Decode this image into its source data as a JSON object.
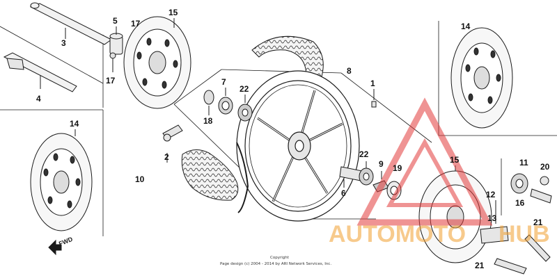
{
  "colors": {
    "line": "#1a1a1a",
    "background": "#ffffff",
    "watermark_red": "#e23b3b",
    "watermark_orange": "#f2a030"
  },
  "callouts": {
    "n1": "1",
    "n2": "2",
    "n3": "3",
    "n4": "4",
    "n5": "5",
    "n6": "6",
    "n7": "7",
    "n8": "8",
    "n9": "9",
    "n10": "10",
    "n11": "11",
    "n12": "12",
    "n13": "13",
    "n14_left": "14",
    "n14_right": "14",
    "n15_top": "15",
    "n15_bottom": "15",
    "n16": "16",
    "n17_upper": "17",
    "n17_lower": "17",
    "n18": "18",
    "n19": "19",
    "n20": "20",
    "n21_a": "21",
    "n21_b": "21",
    "n22_upper": "22",
    "n22_lower": "22"
  },
  "fwd_label": "FWD",
  "copyright": {
    "line1": "Copyright",
    "line2": "Page design (c) 2004 - 2014 by ARI Network Services, Inc."
  },
  "watermark": {
    "word_left": "AUTOMOTO",
    "word_right": "HUB"
  }
}
